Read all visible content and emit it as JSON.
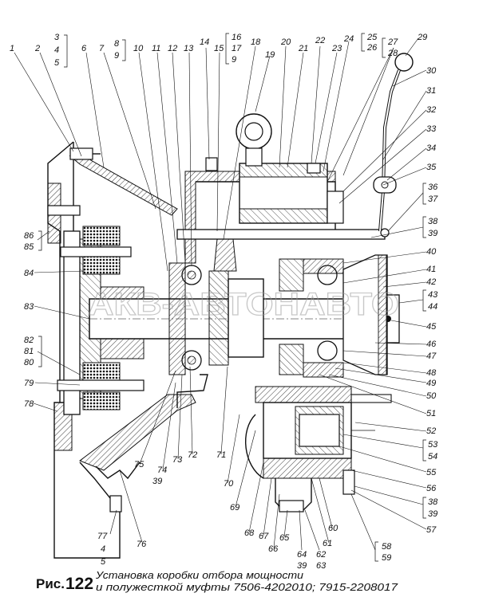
{
  "figure": {
    "caption_prefix": "Рис.",
    "caption_number": "122",
    "caption_line1": "Установка коробки отбора мощности",
    "caption_line2": "и полужесткой муфты 7506-4202010; 7915-2208017",
    "watermark": "АКВ-АВТОНАВТО"
  },
  "callouts": [
    {
      "id": "c1",
      "text": "1"
    },
    {
      "id": "c2",
      "text": "2"
    },
    {
      "id": "c3",
      "text": "3"
    },
    {
      "id": "c4a",
      "text": "4"
    },
    {
      "id": "c5a",
      "text": "5"
    },
    {
      "id": "c6",
      "text": "6"
    },
    {
      "id": "c7",
      "text": "7"
    },
    {
      "id": "c8",
      "text": "8"
    },
    {
      "id": "c9a",
      "text": "9"
    },
    {
      "id": "c10",
      "text": "10"
    },
    {
      "id": "c11",
      "text": "11"
    },
    {
      "id": "c12",
      "text": "12"
    },
    {
      "id": "c13",
      "text": "13"
    },
    {
      "id": "c14",
      "text": "14"
    },
    {
      "id": "c15",
      "text": "15"
    },
    {
      "id": "c16",
      "text": "16"
    },
    {
      "id": "c17",
      "text": "17"
    },
    {
      "id": "c9b",
      "text": "9"
    },
    {
      "id": "c18",
      "text": "18"
    },
    {
      "id": "c19",
      "text": "19"
    },
    {
      "id": "c20",
      "text": "20"
    },
    {
      "id": "c21",
      "text": "21"
    },
    {
      "id": "c22",
      "text": "22"
    },
    {
      "id": "c23",
      "text": "23"
    },
    {
      "id": "c24",
      "text": "24"
    },
    {
      "id": "c25",
      "text": "25"
    },
    {
      "id": "c26",
      "text": "26"
    },
    {
      "id": "c27",
      "text": "27"
    },
    {
      "id": "c28",
      "text": "28"
    },
    {
      "id": "c29",
      "text": "29"
    },
    {
      "id": "c30",
      "text": "30"
    },
    {
      "id": "c31",
      "text": "31"
    },
    {
      "id": "c32",
      "text": "32"
    },
    {
      "id": "c33",
      "text": "33"
    },
    {
      "id": "c34",
      "text": "34"
    },
    {
      "id": "c35",
      "text": "35"
    },
    {
      "id": "c36",
      "text": "36"
    },
    {
      "id": "c37",
      "text": "37"
    },
    {
      "id": "c38a",
      "text": "38"
    },
    {
      "id": "c39a",
      "text": "39"
    },
    {
      "id": "c40",
      "text": "40"
    },
    {
      "id": "c41",
      "text": "41"
    },
    {
      "id": "c42",
      "text": "42"
    },
    {
      "id": "c43",
      "text": "43"
    },
    {
      "id": "c44",
      "text": "44"
    },
    {
      "id": "c45",
      "text": "45"
    },
    {
      "id": "c46",
      "text": "46"
    },
    {
      "id": "c47",
      "text": "47"
    },
    {
      "id": "c48",
      "text": "48"
    },
    {
      "id": "c49",
      "text": "49"
    },
    {
      "id": "c50",
      "text": "50"
    },
    {
      "id": "c51",
      "text": "51"
    },
    {
      "id": "c52",
      "text": "52"
    },
    {
      "id": "c53",
      "text": "53"
    },
    {
      "id": "c54",
      "text": "54"
    },
    {
      "id": "c55",
      "text": "55"
    },
    {
      "id": "c56",
      "text": "56"
    },
    {
      "id": "c38b",
      "text": "38"
    },
    {
      "id": "c39b",
      "text": "39"
    },
    {
      "id": "c57",
      "text": "57"
    },
    {
      "id": "c58",
      "text": "58"
    },
    {
      "id": "c59",
      "text": "59"
    },
    {
      "id": "c60",
      "text": "60"
    },
    {
      "id": "c61",
      "text": "61"
    },
    {
      "id": "c62",
      "text": "62"
    },
    {
      "id": "c63",
      "text": "63"
    },
    {
      "id": "c64",
      "text": "64"
    },
    {
      "id": "c39c",
      "text": "39"
    },
    {
      "id": "c65",
      "text": "65"
    },
    {
      "id": "c66",
      "text": "66"
    },
    {
      "id": "c67",
      "text": "67"
    },
    {
      "id": "c68",
      "text": "68"
    },
    {
      "id": "c69",
      "text": "69"
    },
    {
      "id": "c70",
      "text": "70"
    },
    {
      "id": "c71",
      "text": "71"
    },
    {
      "id": "c72",
      "text": "72"
    },
    {
      "id": "c73",
      "text": "73"
    },
    {
      "id": "c74",
      "text": "74"
    },
    {
      "id": "c39d",
      "text": "39"
    },
    {
      "id": "c75",
      "text": "75"
    },
    {
      "id": "c76",
      "text": "76"
    },
    {
      "id": "c77",
      "text": "77"
    },
    {
      "id": "c4b",
      "text": "4"
    },
    {
      "id": "c5b",
      "text": "5"
    },
    {
      "id": "c78",
      "text": "78"
    },
    {
      "id": "c79",
      "text": "79"
    },
    {
      "id": "c80",
      "text": "80"
    },
    {
      "id": "c81",
      "text": "81"
    },
    {
      "id": "c82",
      "text": "82"
    },
    {
      "id": "c83",
      "text": "83"
    },
    {
      "id": "c84",
      "text": "84"
    },
    {
      "id": "c85",
      "text": "85"
    },
    {
      "id": "c86",
      "text": "86"
    }
  ]
}
